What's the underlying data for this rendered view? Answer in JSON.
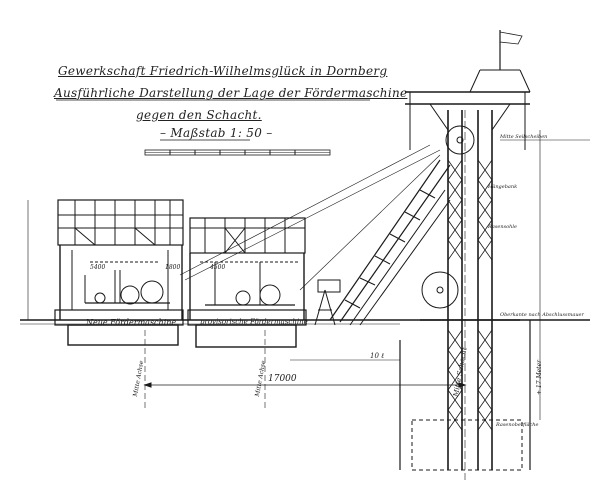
{
  "title": {
    "line1": "Gewerkschaft Friedrich-Wilhelmsglück in Dornberg",
    "line2": "Ausführliche Darstellung der Lage der Fördermaschine",
    "line3": "gegen den Schacht.",
    "scale": "– Maßstab 1: 50 –"
  },
  "labels": {
    "machine_left": "Neue Fördermaschine",
    "machine_right": "provisorische Fördermaschine",
    "dim_total": "17000",
    "dim_small": "10 ℓ",
    "schacht": "Mitte Schacht",
    "achse_left": "Mitte Achse",
    "achse_right": "Mitte Achse",
    "headframe_top": "Mitte Seilscheiben",
    "hangebank": "Hängebank",
    "rasensohle": "Rasensohle",
    "pit_floor": "Rasenoberfläche",
    "elevation": "+ 17 Meter",
    "side_note": "Oberkante nach Abschlussmauer",
    "dim_5400": "5400",
    "dim_4500": "4500",
    "dim_1800": "1800"
  },
  "colors": {
    "ink": "#1a1a1a",
    "paper": "#ffffff"
  }
}
